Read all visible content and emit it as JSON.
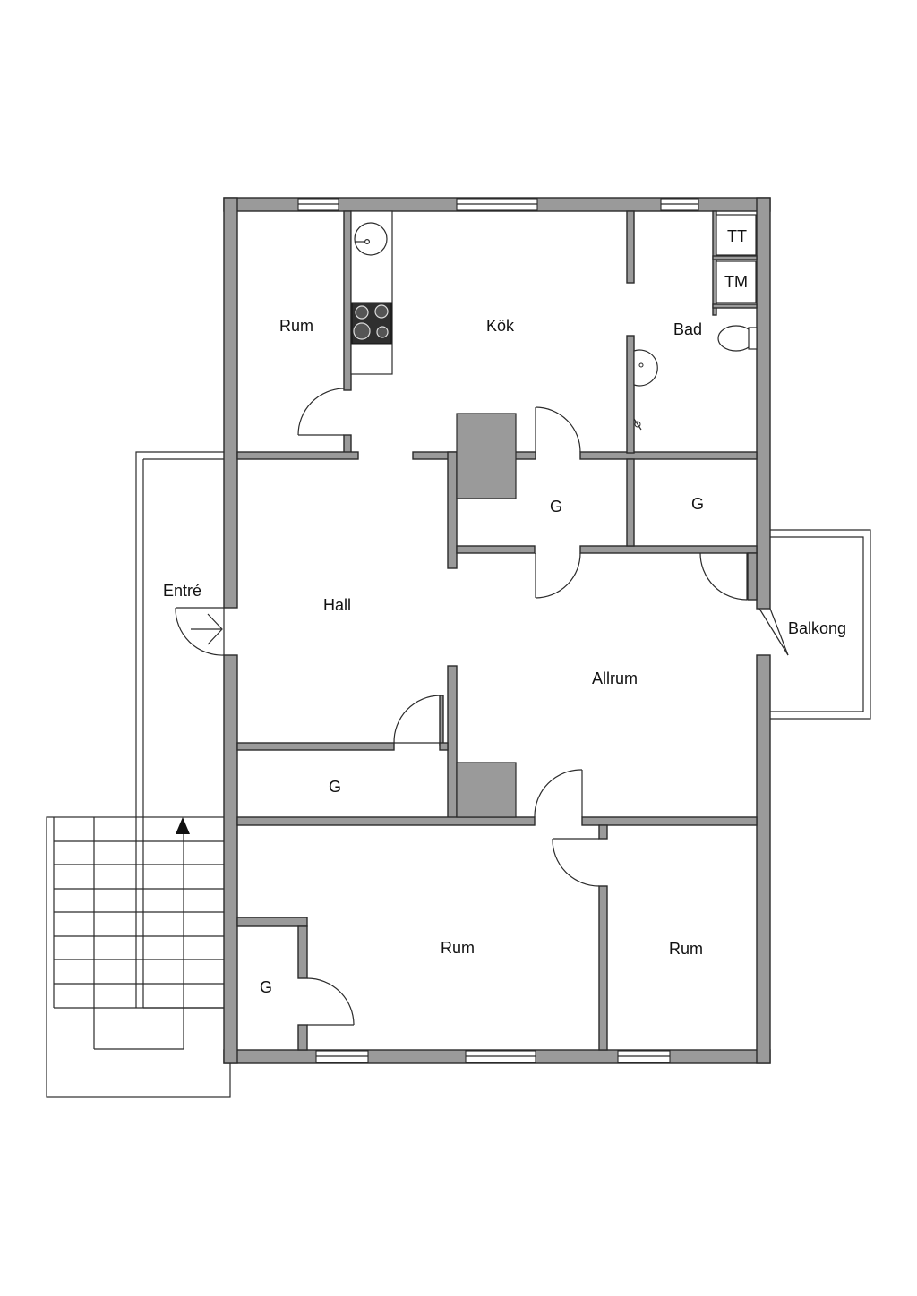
{
  "rooms": {
    "rum_nw": "Rum",
    "kok": "Kök",
    "bad": "Bad",
    "tt": "TT",
    "tm": "TM",
    "g_kitchen": "G",
    "g_bath": "G",
    "entre": "Entré",
    "hall": "Hall",
    "balkong": "Balkong",
    "allrum": "Allrum",
    "g_hall": "G",
    "rum_center": "Rum",
    "rum_se": "Rum",
    "g_sw": "G"
  },
  "colors": {
    "wall": "#9a9a9a",
    "line": "#2b2b2b",
    "background": "#ffffff"
  },
  "icons": [
    "sink-icon",
    "stove-icon",
    "toilet-icon",
    "washbasin-icon",
    "stair-arrow-icon"
  ]
}
